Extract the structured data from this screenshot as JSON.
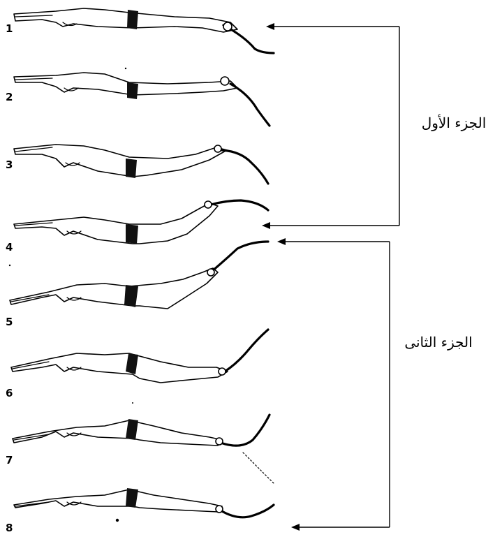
{
  "figures": [
    {
      "number": "1"
    },
    {
      "number": "2"
    },
    {
      "number": "3"
    },
    {
      "number": "4"
    },
    {
      "number": "5"
    },
    {
      "number": "6"
    },
    {
      "number": "7"
    },
    {
      "number": "8"
    }
  ],
  "phases": {
    "first": {
      "label": "الجزء الأول"
    },
    "second": {
      "label": "الجزء الثانى"
    }
  }
}
